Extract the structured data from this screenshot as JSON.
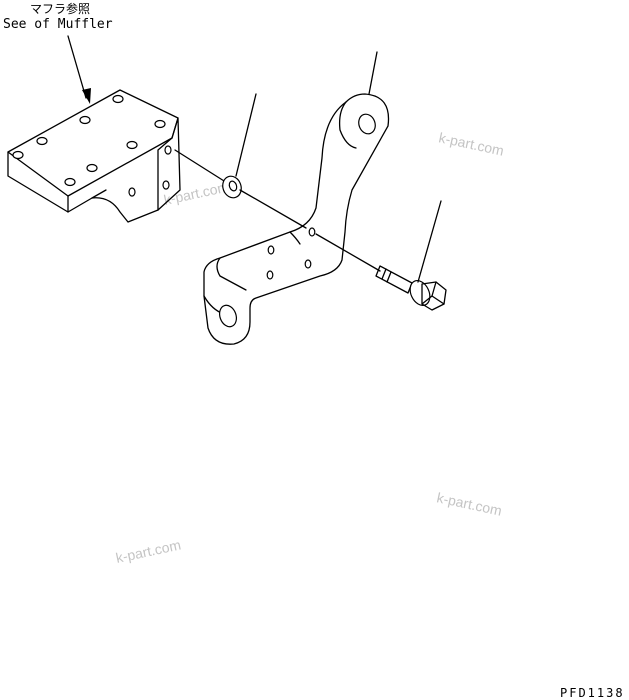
{
  "callout": {
    "japanese": "マフラ参照",
    "english": "See of Muffler"
  },
  "drawing_code": "PFD1138",
  "watermarks": [
    "k-part.com",
    "k-part.com",
    "k-part.com",
    "k-part.com"
  ],
  "parts": {
    "muffler_mount_block": "muffler-block",
    "washer": "washer",
    "bracket": "muffler-bracket",
    "bolt": "flange-bolt"
  },
  "colors": {
    "line": "#000000",
    "watermark": "#c4c4c4",
    "background": "#ffffff"
  }
}
